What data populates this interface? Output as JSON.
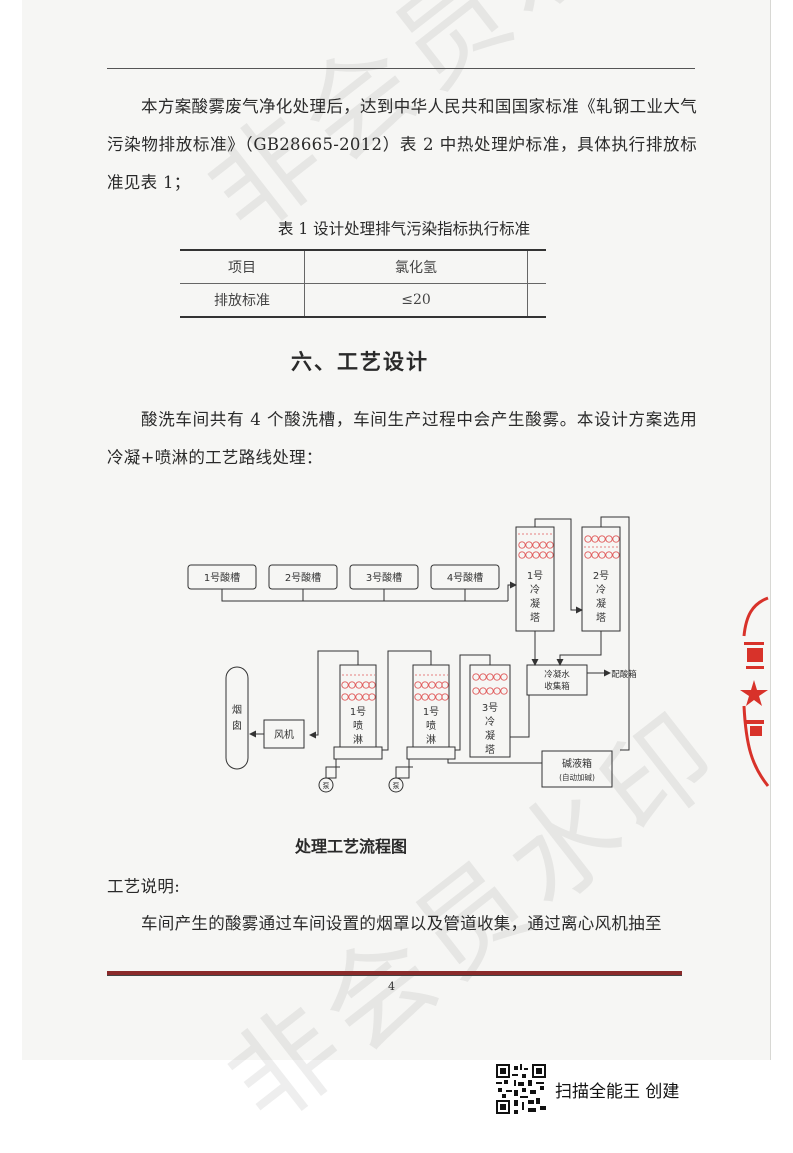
{
  "document": {
    "intro_paragraph": "本方案酸雾废气净化处理后，达到中华人民共和国国家标准《轧钢工业大气污染物排放标准》（GB28665-2012）表 2 中热处理炉标准，具体执行排放标准见表 1；",
    "table": {
      "caption": "表 1 设计处理排气污染指标执行标准",
      "rows": [
        [
          "项目",
          "氯化氢"
        ],
        [
          "排放标准",
          "≤20"
        ]
      ]
    },
    "section_title": "六、工艺设计",
    "design_paragraph": "酸洗车间共有 4 个酸洗槽，车间生产过程中会产生酸雾。本设计方案选用冷凝+喷淋的工艺路线处理：",
    "figure": {
      "tanks": [
        "1号酸槽",
        "2号酸槽",
        "3号酸槽",
        "4号酸槽"
      ],
      "condenser_1": [
        "1号",
        "冷",
        "凝",
        "塔"
      ],
      "condenser_2": [
        "2号",
        "冷",
        "凝",
        "塔"
      ],
      "condenser_3": [
        "3号",
        "冷",
        "凝",
        "塔"
      ],
      "spray_1": [
        "1号",
        "喷",
        "淋"
      ],
      "spray_2": [
        "1号",
        "喷",
        "淋"
      ],
      "chimney": [
        "烟",
        "囱"
      ],
      "fan": "风机",
      "collector": [
        "冷凝水",
        "收集箱"
      ],
      "acid_box": "配酸箱",
      "alkali_box": "碱液箱",
      "alkali_note": "(自动加碱)",
      "pump": "泵",
      "caption": "处理工艺流程图"
    },
    "process_label": "工艺说明:",
    "process_paragraph": "车间产生的酸雾通过车间设置的烟罩以及管道收集，通过离心风机抽至",
    "page_number": "4"
  },
  "watermark": {
    "text": "非会员水印"
  },
  "scanner": {
    "label": "扫描全能王 创建"
  },
  "colors": {
    "seal_red": "#d8322a",
    "coil_red": "#e05a5a",
    "rule_dark_red": "#8a2a2a"
  }
}
